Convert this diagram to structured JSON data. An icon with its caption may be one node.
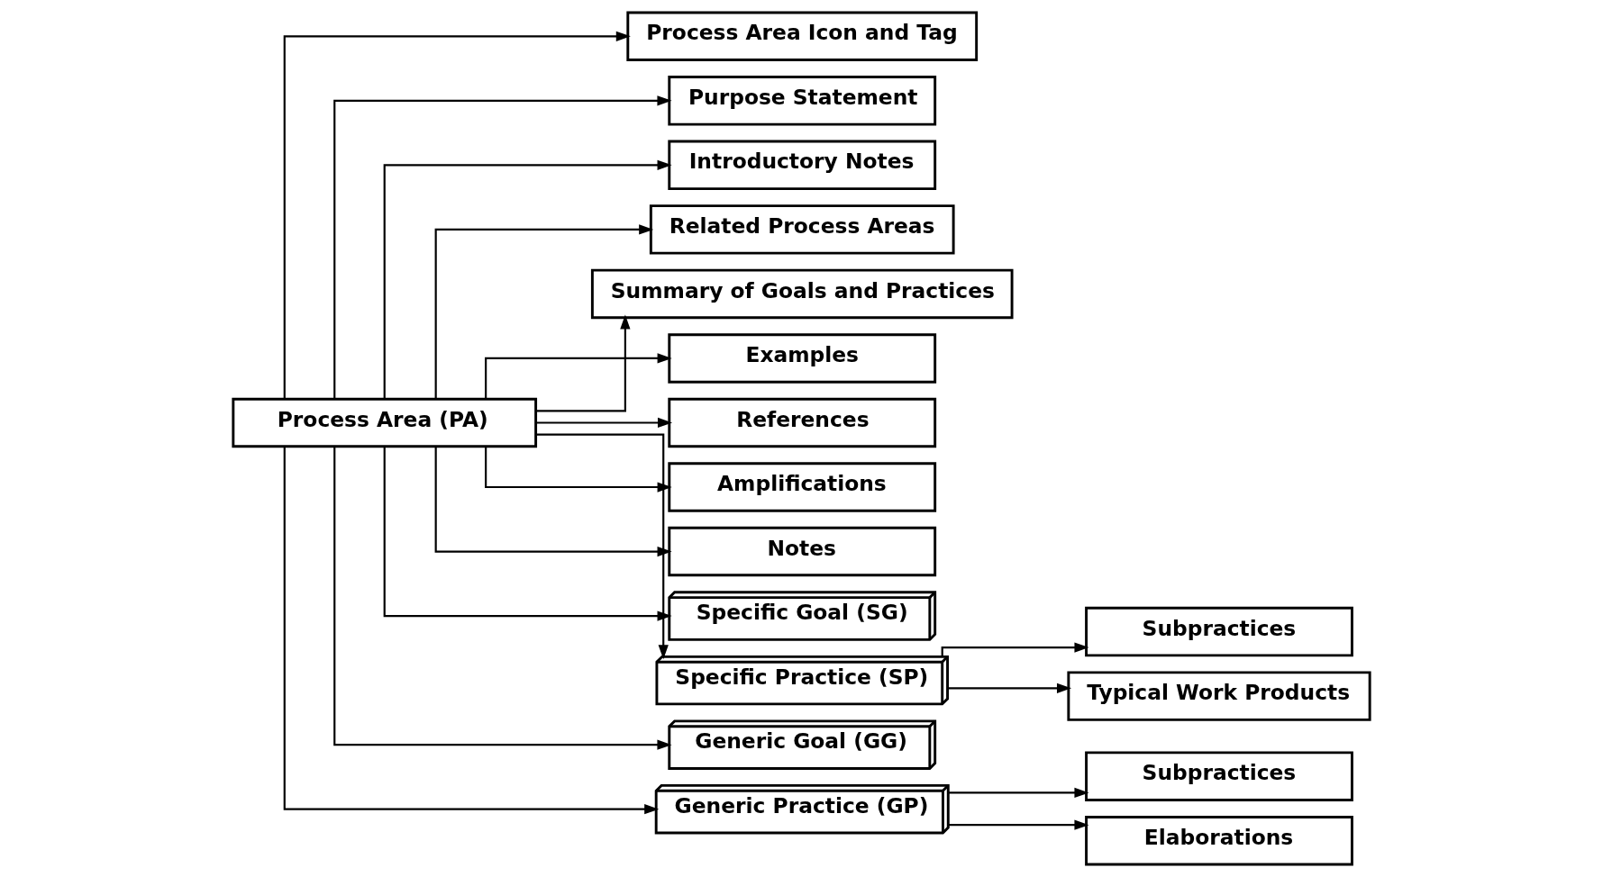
{
  "diagram": {
    "nodes": [
      {
        "text": [
          "Process Area (PA)"
        ]
      },
      {
        "text": [
          "Process Area Icon and Tag"
        ]
      },
      {
        "text": [
          "Purpose Statement"
        ]
      },
      {
        "text": [
          "Introductory Notes"
        ]
      },
      {
        "text": [
          "Related Process Areas"
        ]
      },
      {
        "text": [
          "Summary of Goals and Practices"
        ]
      },
      {
        "text": [
          "Examples"
        ]
      },
      {
        "text": [
          "References"
        ]
      },
      {
        "text": [
          "Amplifications"
        ]
      },
      {
        "text": [
          "Notes"
        ]
      },
      {
        "text": [
          "Specific Goal (SG)"
        ]
      },
      {
        "text": [
          "Specific Practice (SP)"
        ]
      },
      {
        "text": [
          "Generic Goal (GG)"
        ]
      },
      {
        "text": [
          "Generic Practice (GP)"
        ]
      },
      {
        "text": [
          "Subpractices"
        ]
      },
      {
        "text": [
          "Typical Work Products"
        ]
      },
      {
        "text": [
          "Subpractices"
        ]
      },
      {
        "text": [
          "Elaborations"
        ]
      }
    ],
    "edges": [
      {
        "from": 0,
        "to": 1,
        "arrow": "to"
      },
      {
        "from": 0,
        "to": 2,
        "arrow": "to"
      },
      {
        "from": 0,
        "to": 3,
        "arrow": "to"
      },
      {
        "from": 0,
        "to": 4,
        "arrow": "to"
      },
      {
        "from": 0,
        "to": 5,
        "arrow": "to"
      },
      {
        "from": 0,
        "to": 6,
        "arrow": "to"
      },
      {
        "from": 0,
        "to": 7,
        "arrow": "to"
      },
      {
        "from": 0,
        "to": 8,
        "arrow": "to"
      },
      {
        "from": 0,
        "to": 9,
        "arrow": "to"
      },
      {
        "from": 0,
        "to": 10,
        "arrow": "to"
      },
      {
        "from": 0,
        "to": 11,
        "arrow": "to"
      },
      {
        "from": 0,
        "to": 12,
        "arrow": "to"
      },
      {
        "from": 0,
        "to": 13,
        "arrow": "to"
      },
      {
        "from": 11,
        "to": 14,
        "arrow": "to"
      },
      {
        "from": 11,
        "to": 15,
        "arrow": "to"
      },
      {
        "from": 13,
        "to": 16,
        "arrow": "to"
      },
      {
        "from": 13,
        "to": 17,
        "arrow": "to"
      }
    ]
  }
}
